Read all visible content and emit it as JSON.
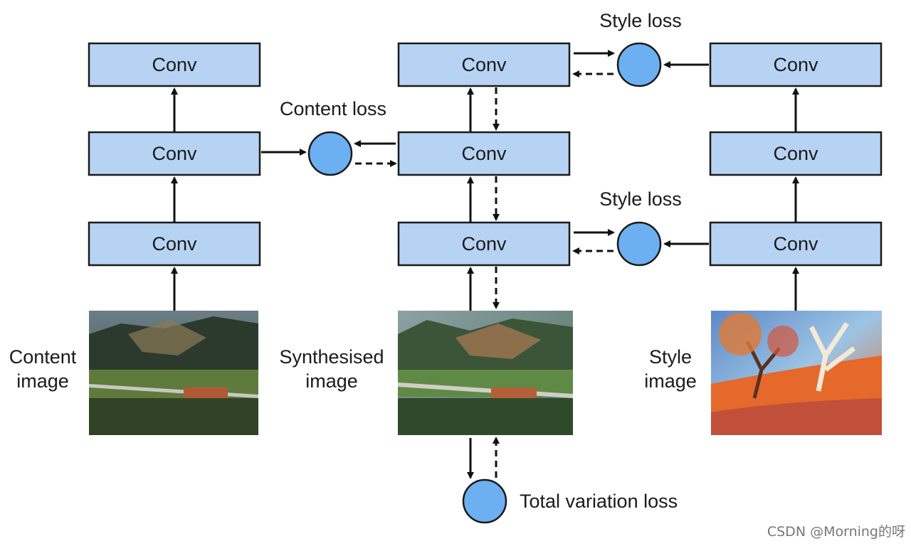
{
  "diagram": {
    "conv_label": "Conv",
    "content_loss": "Content loss",
    "style_loss_top": "Style loss",
    "style_loss_bottom": "Style loss",
    "total_variation_loss": "Total variation loss",
    "content_image": [
      "Content",
      "image"
    ],
    "synthesised_image": [
      "Synthesised",
      "image"
    ],
    "style_image": [
      "Style",
      "image"
    ]
  },
  "watermark": "CSDN @Morning的呀",
  "colors": {
    "conv_fill": "#b7d3f3",
    "loss_fill": "#6cb0f2",
    "stroke": "#1a1a1a"
  }
}
